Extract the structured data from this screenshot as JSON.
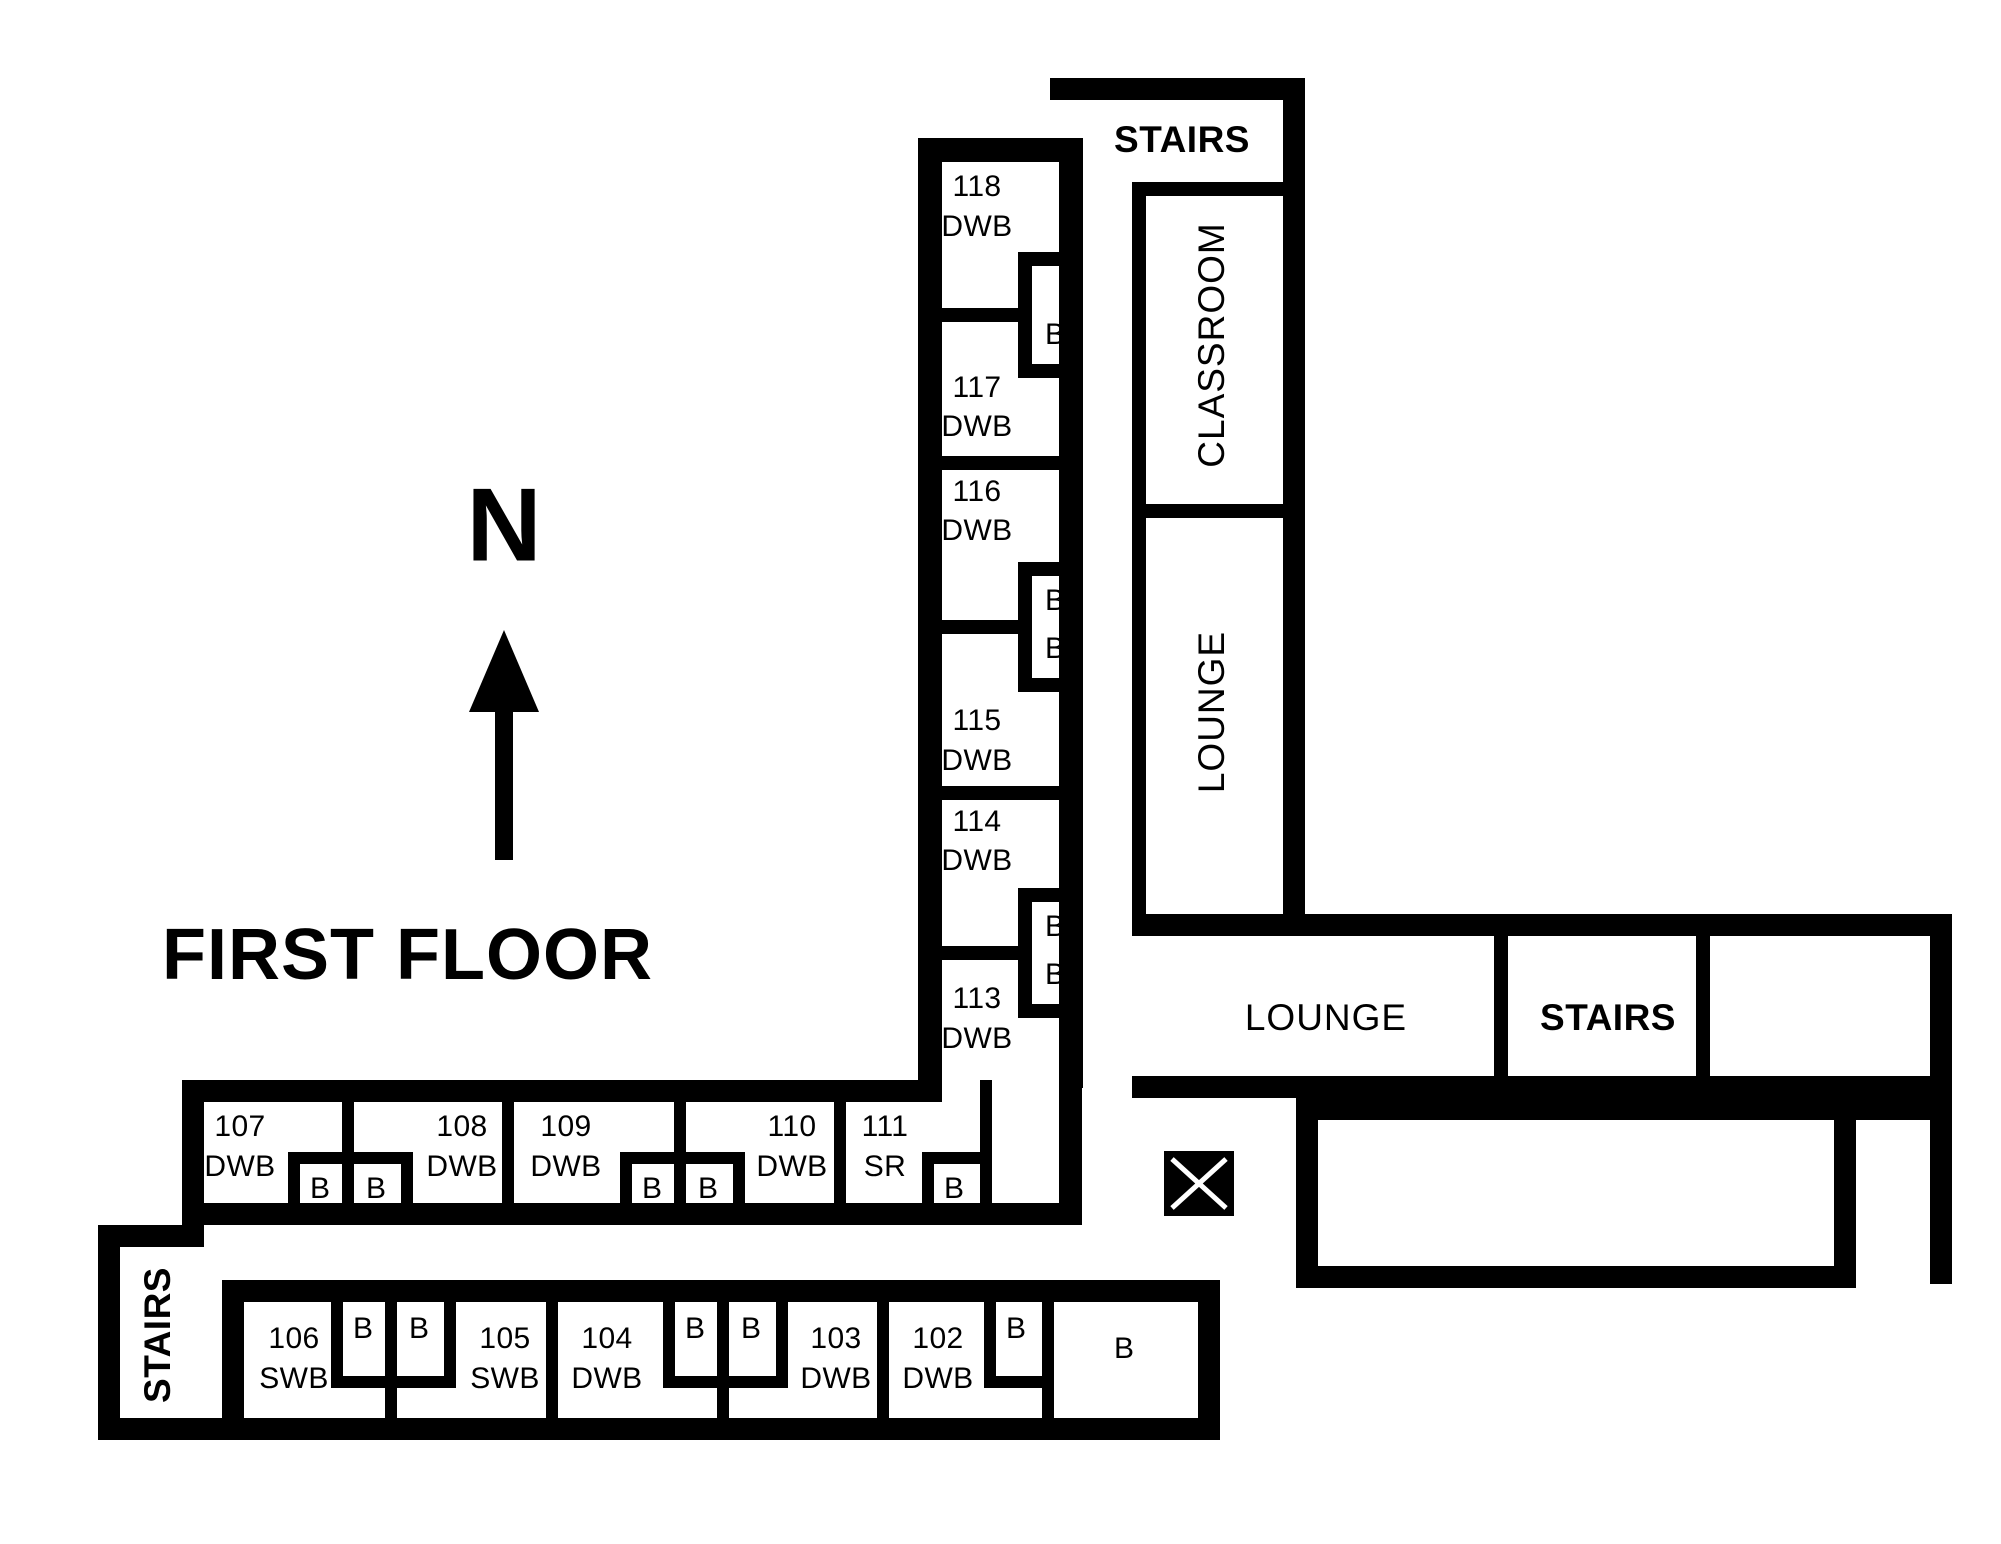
{
  "title": {
    "floor_label": "FIRST FLOOR",
    "north_letter": "N"
  },
  "legend_icons": {
    "north_arrow": "north-arrow-icon",
    "elevator": "elevator-icon"
  },
  "rooms": {
    "north_wing": [
      {
        "number": "118",
        "type": "DWB"
      },
      {
        "number": "117",
        "type": "DWB"
      },
      {
        "number": "116",
        "type": "DWB"
      },
      {
        "number": "115",
        "type": "DWB"
      },
      {
        "number": "114",
        "type": "DWB"
      },
      {
        "number": "113",
        "type": "DWB"
      }
    ],
    "middle_row": [
      {
        "number": "107",
        "type": "DWB"
      },
      {
        "number": "108",
        "type": "DWB"
      },
      {
        "number": "109",
        "type": "DWB"
      },
      {
        "number": "110",
        "type": "DWB"
      },
      {
        "number": "111",
        "type": "SR"
      }
    ],
    "bottom_row": [
      {
        "number": "106",
        "type": "SWB"
      },
      {
        "number": "105",
        "type": "SWB"
      },
      {
        "number": "104",
        "type": "DWB"
      },
      {
        "number": "103",
        "type": "DWB"
      },
      {
        "number": "102",
        "type": "DWB"
      }
    ]
  },
  "bathrooms": {
    "label": "B",
    "count_north_wing": 5,
    "count_middle_row": 5,
    "count_bottom_row": 6
  },
  "common_areas": [
    {
      "name": "STAIRS",
      "style": "bold",
      "location": "north-east"
    },
    {
      "name": "CLASSROOM",
      "style": "light",
      "location": "north-east-vertical"
    },
    {
      "name": "LOUNGE",
      "style": "light",
      "location": "east-vertical"
    },
    {
      "name": "LOUNGE",
      "style": "light",
      "location": "east-horizontal"
    },
    {
      "name": "STAIRS",
      "style": "bold",
      "location": "east-horizontal"
    },
    {
      "name": "STAIRS",
      "style": "bold",
      "location": "south-west-vertical"
    }
  ],
  "colors": {
    "wall": "#000000",
    "room": "#ffffff",
    "background": "#ffffff",
    "text": "#000000"
  },
  "room_type_codes": [
    "DWB",
    "SWB",
    "SR",
    "B"
  ]
}
